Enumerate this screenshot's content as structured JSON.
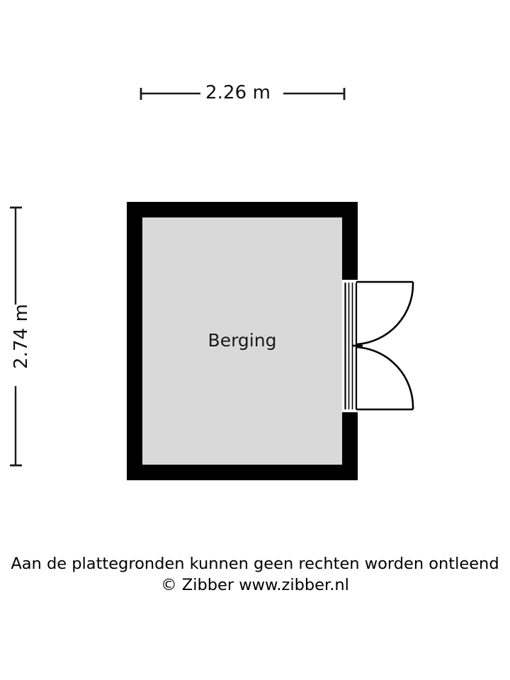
{
  "document": {
    "type": "floor-plan",
    "room_name": "Berging"
  },
  "dimensions": {
    "top": {
      "label": "2.26 m",
      "value": 2.26,
      "unit": "m",
      "orientation": "horizontal"
    },
    "left": {
      "label": "2.74 m",
      "value": 2.74,
      "unit": "m",
      "orientation": "vertical"
    }
  },
  "rooms": [
    {
      "name": "Berging",
      "label": "Berging",
      "fill": "#d9d9d9",
      "wall_color": "#000000"
    }
  ],
  "doors": [
    {
      "name": "double-door",
      "wall": "right",
      "leaves": 2,
      "swing": "outward"
    }
  ],
  "footer": {
    "line1": "Aan de plattegronden kunnen geen rechten worden ontleend",
    "line2": "© Zibber www.zibber.nl"
  },
  "colors": {
    "background": "#ffffff",
    "wall": "#000000",
    "floor": "#d9d9d9",
    "line": "#1a1a1a",
    "text": "#000000"
  }
}
